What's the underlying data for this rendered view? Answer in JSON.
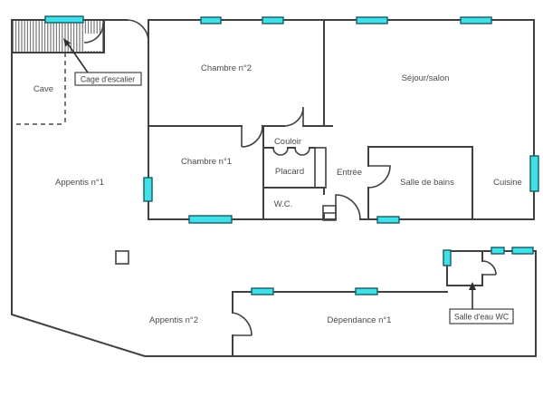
{
  "colors": {
    "wall": "#404040",
    "window_fill": "#3fe0e8",
    "window_stroke": "#155e66",
    "label_text": "#4b4b4b",
    "background": "#ffffff"
  },
  "rooms": {
    "cave": "Cave",
    "chambre2": "Chambre n°2",
    "sejour_salon": "Séjour/salon",
    "chambre1": "Chambre n°1",
    "couloir": "Couloir",
    "placard": "Placard",
    "entree": "Entrée",
    "wc": "W.C.",
    "salle_de_bains": "Salle de bains",
    "cuisine": "Cuisine",
    "appentis1": "Appentis n°1",
    "appentis2": "Appentis n°2",
    "dependance1": "Dépendance n°1"
  },
  "annotations": {
    "cage_escalier": "Cage d'escalier",
    "salle_eau_wc": "Salle d'eau WC"
  }
}
